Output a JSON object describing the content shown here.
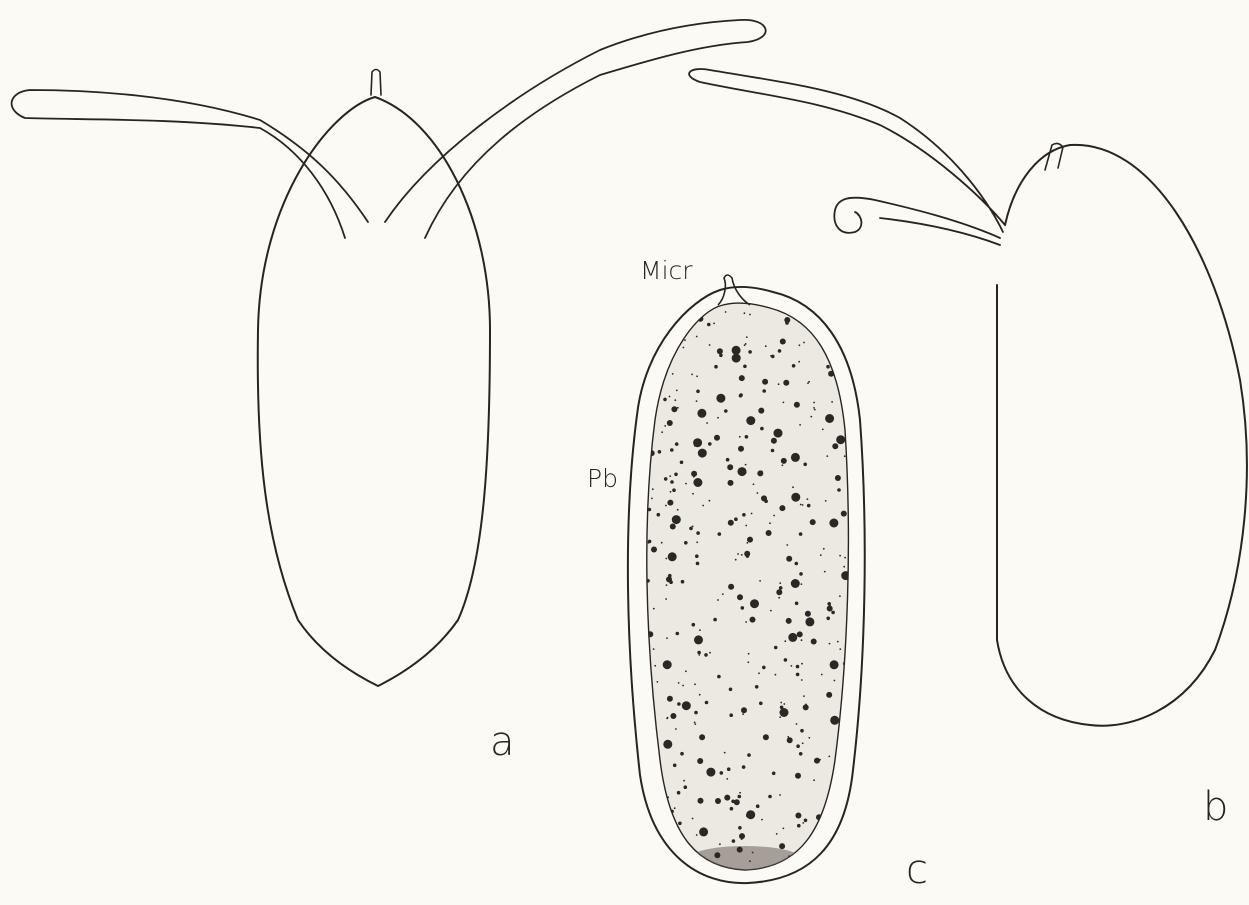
{
  "figures": [
    {
      "id": "a",
      "label": "a"
    },
    {
      "id": "b",
      "label": "b"
    },
    {
      "id": "c",
      "label": "c"
    }
  ],
  "annotations": {
    "micropyle": "Micr",
    "plate_boundary": "Pb"
  },
  "colors": {
    "ink": "#2a2320",
    "paper": "#fbfaf5",
    "egg_fill": "#ece9e1",
    "granule": "#2e2624"
  }
}
